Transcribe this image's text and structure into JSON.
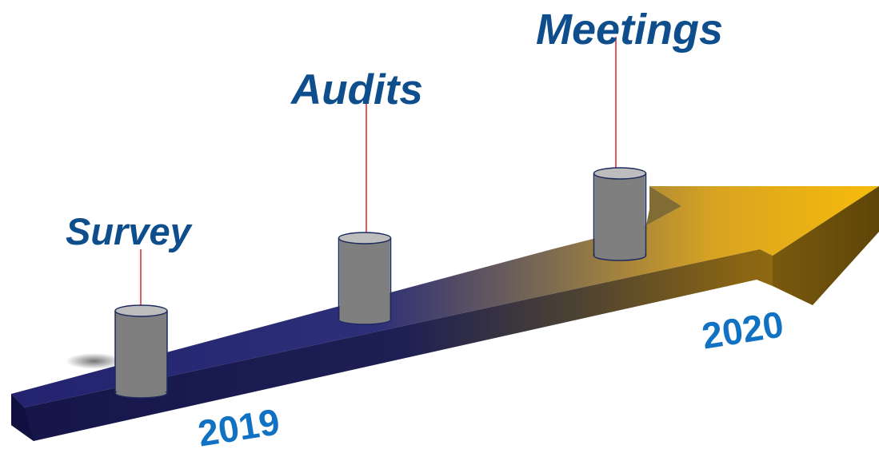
{
  "timeline": {
    "start_year": "2019",
    "end_year": "2020",
    "milestones": [
      {
        "label": "Survey"
      },
      {
        "label": "Audits"
      },
      {
        "label": "Meetings"
      }
    ]
  },
  "colors": {
    "arrow_start": "#1f1f6e",
    "arrow_mid": "#2b2f7a",
    "arrow_end": "#f4b400",
    "label_text": "#0f4e8c",
    "year_text": "#1172c4",
    "cylinder_body": "#7f7f7f",
    "cylinder_top": "#bdbdbd",
    "cylinder_outline": "#1c2a5e",
    "leader_line": "#e0202a"
  }
}
